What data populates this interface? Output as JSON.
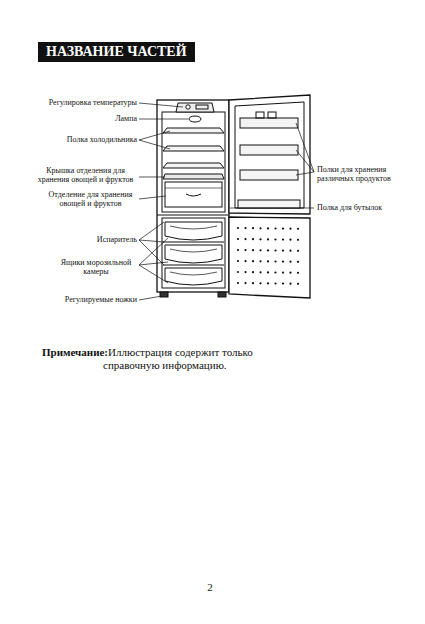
{
  "diagram": {
    "title": "НАЗВАНИЕ ЧАСТЕЙ",
    "labels": [
      "Регулировка температуры",
      "Лампа",
      "Полка холодильника",
      "Крышка отделения для хранения овощей и фруктов",
      "Отделение для хранения овощей и фруктов",
      "Испаритель",
      "Ящики морозильной камеры",
      "Регулируемые ножки",
      "Полки для хранения различных продуктов",
      "Полка для бутылок",
      "Примечание:",
      "Иллюстрация содержит только справочную информацию.",
      "2"
    ]
  }
}
